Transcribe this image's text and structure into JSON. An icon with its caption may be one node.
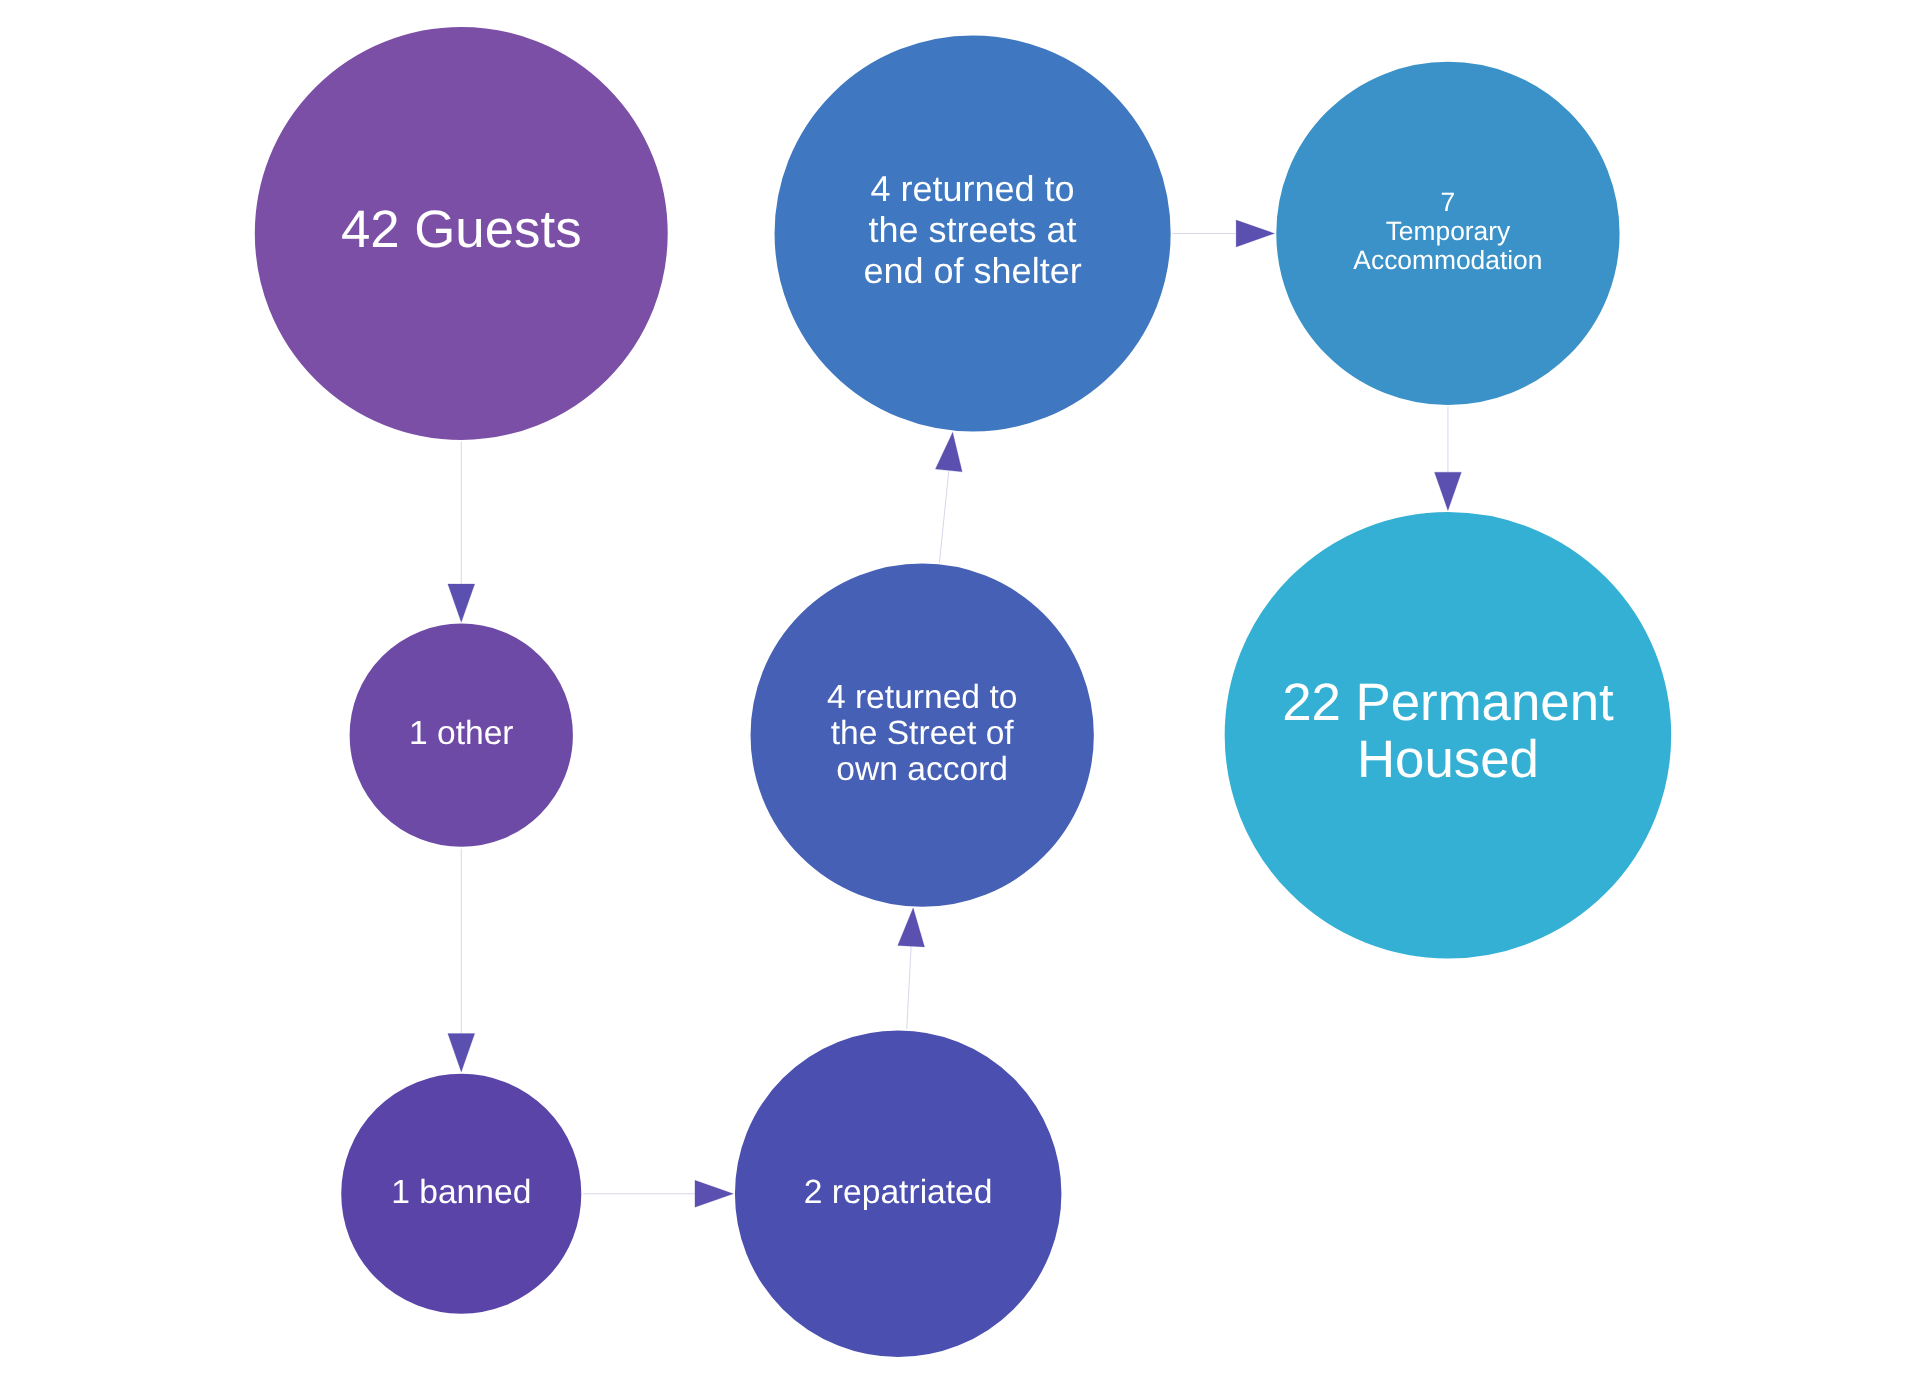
{
  "diagram": {
    "nodes": [
      {
        "text": [
          "42 Guests"
        ]
      },
      {
        "text": [
          "1 other"
        ]
      },
      {
        "text": [
          "1 banned"
        ]
      },
      {
        "text": [
          "2 repatriated"
        ]
      },
      {
        "text": [
          "4 returned to the Street of own accord"
        ]
      },
      {
        "text": [
          "4 returned to the streets at end of shelter"
        ]
      },
      {
        "text": [
          "7",
          "Temporary Accommodation"
        ]
      },
      {
        "text": [
          "22 Permanent Housed"
        ]
      }
    ],
    "edges": [
      {
        "from": 0,
        "to": 1,
        "arrow": "to"
      },
      {
        "from": 1,
        "to": 2,
        "arrow": "to"
      },
      {
        "from": 2,
        "to": 3,
        "arrow": "to"
      },
      {
        "from": 3,
        "to": 4,
        "arrow": "to"
      },
      {
        "from": 4,
        "to": 5,
        "arrow": "to"
      },
      {
        "from": 5,
        "to": 6,
        "arrow": "to"
      },
      {
        "from": 6,
        "to": 7,
        "arrow": "to"
      }
    ]
  }
}
